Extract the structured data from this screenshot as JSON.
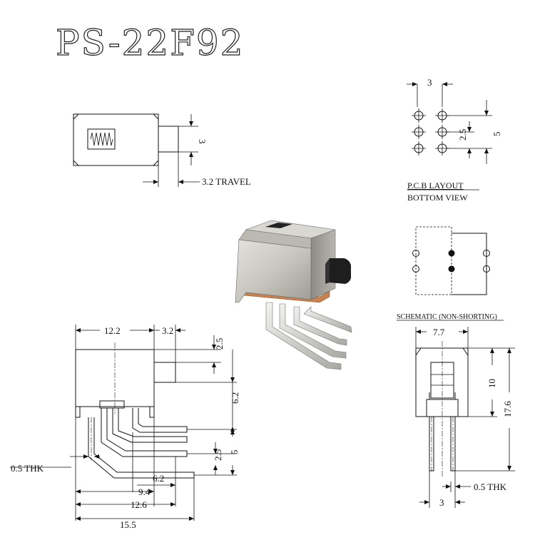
{
  "title": "PS-22F92",
  "top_view": {
    "dim_height": "3",
    "dim_travel": "3.2 TRAVEL"
  },
  "pcb_layout": {
    "dim_pitch_x": "3",
    "dim_pitch_y": "2.5",
    "dim_total_y": "5",
    "caption_1": "P.C.B LAYOUT",
    "caption_2": "BOTTOM VIEW"
  },
  "schematic": {
    "caption": "SCHEMATIC (NON-SHORTING)"
  },
  "side_view": {
    "dim_body_width": "12.2",
    "dim_actuator": "3.2",
    "dim_2_5_top": "2.5",
    "dim_6_2_right": "6.2",
    "dim_2_5_pins": "2.5",
    "dim_5": "5",
    "dim_6_2_bottom": "6.2",
    "dim_9_4": "9.4",
    "dim_12_6": "12.6",
    "dim_15_5": "15.5",
    "thickness": "0.5 THK"
  },
  "front_view": {
    "dim_width": "7.7",
    "dim_body_height": "10",
    "dim_total_height": "17.6",
    "dim_pitch": "3",
    "thickness": "0.5 THK"
  },
  "colors": {
    "metal": "#c9c6c0",
    "copper": "#c8824f",
    "actuator": "#1e1e1e",
    "line": "#111111"
  }
}
